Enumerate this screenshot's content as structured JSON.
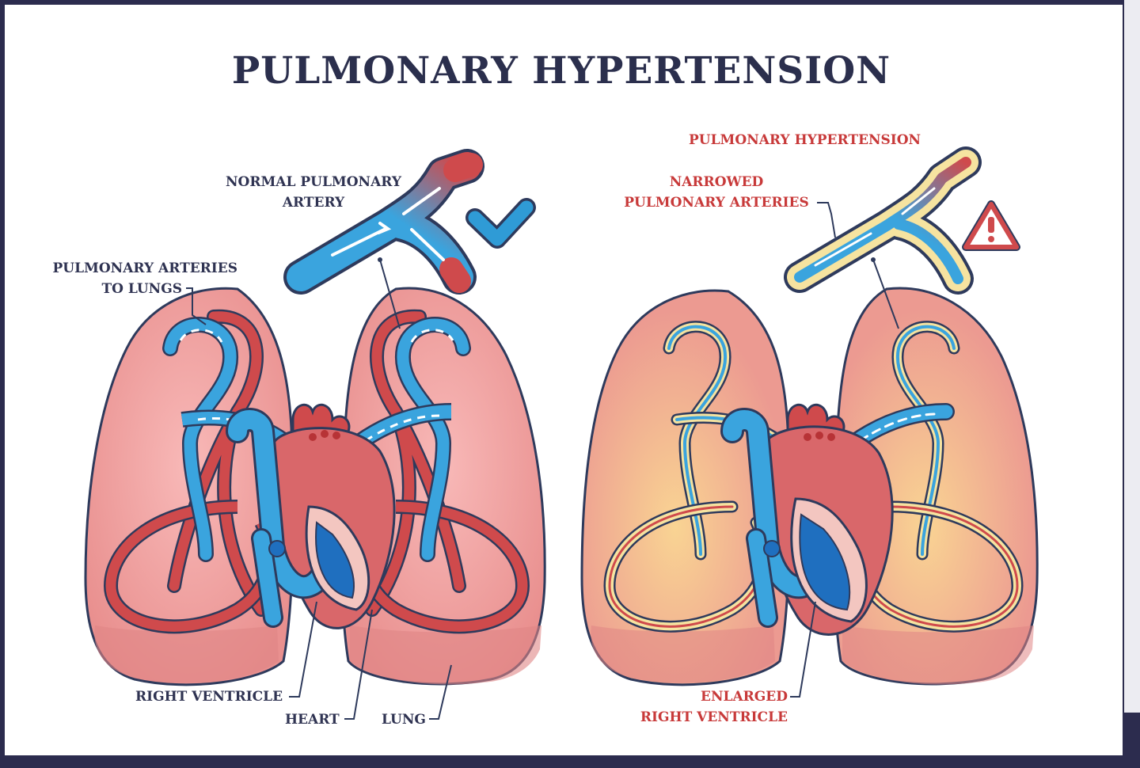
{
  "title": "PULMONARY HYPERTENSION",
  "normal": {
    "artery_label_line1": "NORMAL PULMONARY",
    "artery_label_line2": "ARTERY",
    "arteries_label_line1": "PULMONARY ARTERIES",
    "arteries_label_line2": "TO LUNGS",
    "right_ventricle_label": "RIGHT VENTRICLE",
    "heart_label": "HEART",
    "lung_label": "LUNG",
    "status_icon": "checkmark-icon"
  },
  "hypertension": {
    "condition_label": "PULMONARY HYPERTENSION",
    "narrowed_label_line1": "NARROWED",
    "narrowed_label_line2": "PULMONARY ARTERIES",
    "enlarged_label_line1": "ENLARGED",
    "enlarged_label_line2": "RIGHT VENTRICLE",
    "status_icon": "warning-triangle-icon"
  },
  "colors": {
    "title": "#2b2f4d",
    "label_dark": "#2f3352",
    "label_red": "#c83a3a",
    "lung": "#efa1a0",
    "vein_blue": "#2f9bd6",
    "artery_red": "#cf4a4c",
    "narrow_yellow": "#f6e3a0",
    "heart": "#d9676a",
    "outline": "#2e3a5c"
  }
}
